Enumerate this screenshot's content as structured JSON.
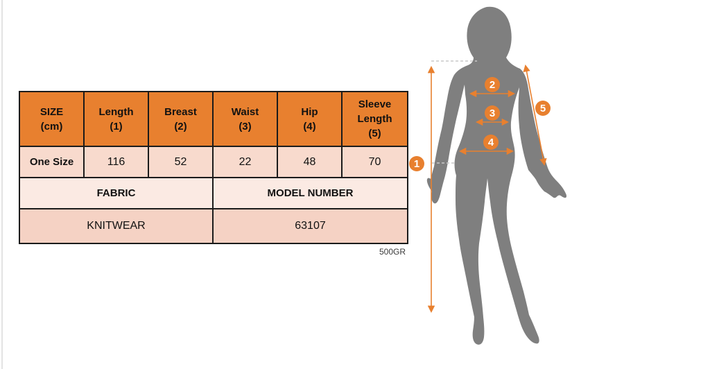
{
  "size_chart": {
    "headers": [
      "SIZE\n(cm)",
      "Length\n(1)",
      "Breast\n(2)",
      "Waist\n(3)",
      "Hip\n(4)",
      "Sleeve\nLength\n(5)"
    ],
    "data_row": [
      "One Size",
      "116",
      "52",
      "22",
      "48",
      "70"
    ],
    "fabric": {
      "label": "FABRIC",
      "value": "KNITWEAR"
    },
    "model": {
      "label": "MODEL NUMBER",
      "value": "63107"
    },
    "weight_note": "500GR"
  },
  "figure": {
    "marker_labels": [
      "1",
      "2",
      "3",
      "4",
      "5"
    ],
    "measurements": [
      {
        "id": 1,
        "name": "Length"
      },
      {
        "id": 2,
        "name": "Breast"
      },
      {
        "id": 3,
        "name": "Waist"
      },
      {
        "id": 4,
        "name": "Hip"
      },
      {
        "id": 5,
        "name": "Sleeve Length"
      }
    ]
  },
  "colors": {
    "accent_orange": "#E8802F",
    "silhouette_gray": "#7F7F7F",
    "header_fill": "#E8802F",
    "row_pink": "#F8DACD",
    "row_pink_light": "#FBEAE3",
    "row_pink_dark": "#F5D2C4",
    "border_black": "#1B1B1B"
  }
}
